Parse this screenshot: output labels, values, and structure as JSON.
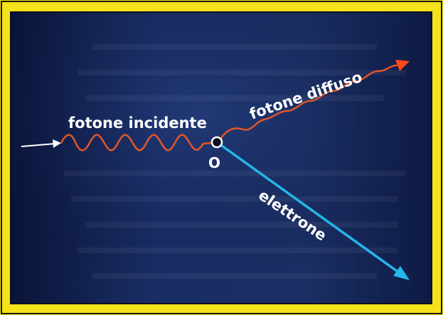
{
  "diagram": {
    "labels": {
      "incident_photon": "fotone incidente",
      "scattered_photon": "fotone diffuso",
      "electron": "elettrone",
      "origin": "O"
    },
    "colors": {
      "frame": "#f5e21a",
      "background": "#15275a",
      "photon_wave": "#e0562a",
      "scattered_arrow": "#ff4a1a",
      "electron_arrow": "#25b6ea",
      "incoming_arrow": "#ffffff"
    }
  }
}
